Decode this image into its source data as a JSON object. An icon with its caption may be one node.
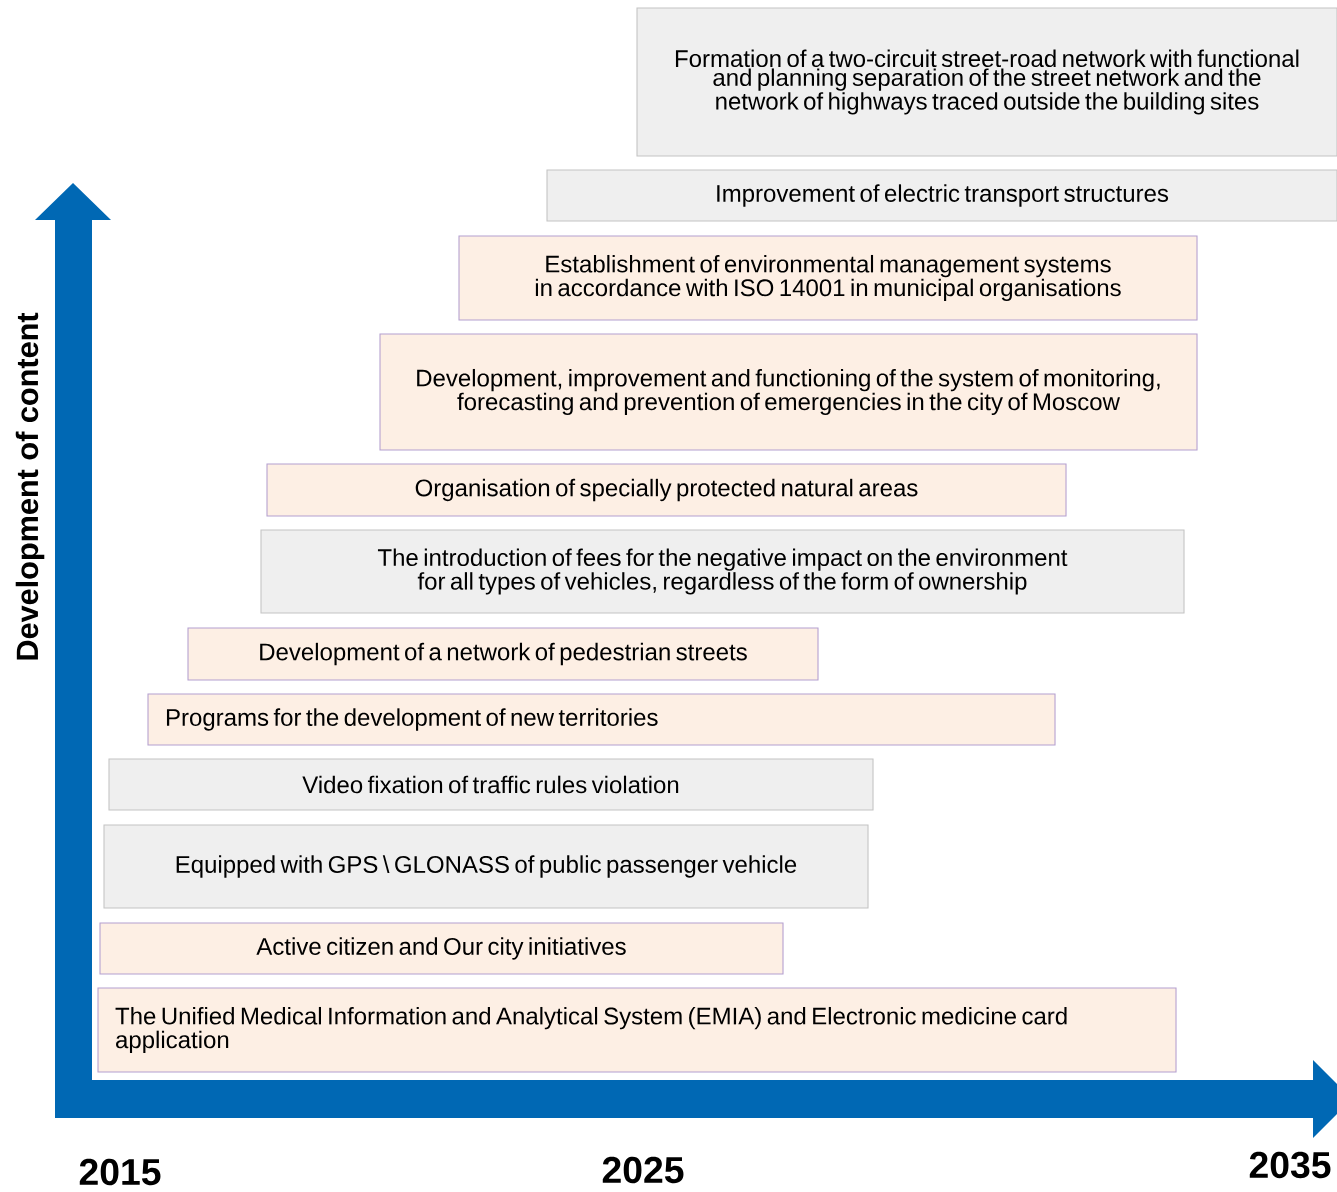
{
  "diagram": {
    "nodes": [
      {
        "text": [
          "Formation of a two-circuit street-road network with functional and planning separation of the street network and the network of highways traced outside the building sites"
        ]
      },
      {
        "text": [
          "Improvement of electric transport structures"
        ]
      },
      {
        "text": [
          "Establishment of environmental management systems in accordance with ISO 14001 in municipal organisations"
        ]
      },
      {
        "text": [
          "Development, improvement and functioning of the system of monitoring, forecasting and prevention of emergencies in the city of Moscow"
        ]
      },
      {
        "text": [
          "Organisation of specially protected natural areas"
        ]
      },
      {
        "text": [
          "The introduction of fees for the negative impact on the environment for all types of vehicles, regardless of the form of ownership"
        ]
      },
      {
        "text": [
          "Development of a network of pedestrian streets"
        ]
      },
      {
        "text": [
          "Programs for the development of new territories"
        ]
      },
      {
        "text": [
          "Video fixation of traffic rules violation"
        ]
      },
      {
        "text": [
          "Equipped with GPS \\ GLONASS of public passenger vehicle"
        ]
      },
      {
        "text": [
          "Active citizen and Our city initiatives"
        ]
      },
      {
        "text": [
          "The Unified Medical Information and Analytical System (EMIA) and Electronic medicine card  application"
        ]
      }
    ],
    "labels": [
      "Development of content",
      "2015",
      "2025",
      "2035"
    ]
  }
}
